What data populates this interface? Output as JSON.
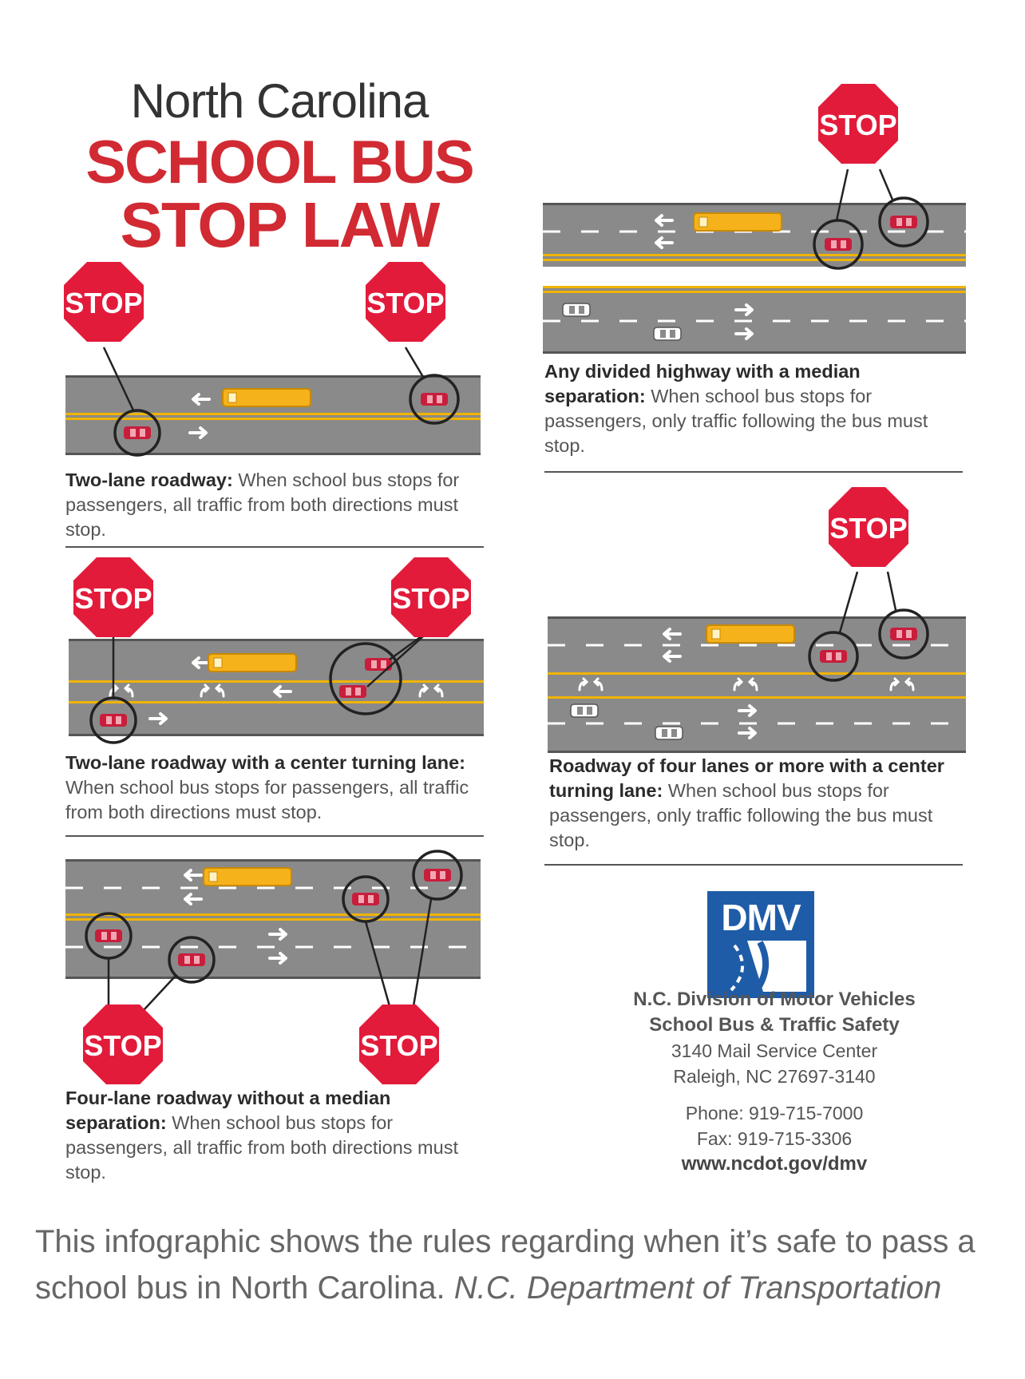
{
  "header": {
    "line1": "North Carolina",
    "line2": "SCHOOL BUS",
    "line3": "STOP LAW"
  },
  "stop_sign_text": "STOP",
  "colors": {
    "title_red": "#d12a33",
    "stop_red": "#e31b3b",
    "road": "#8a8a8a",
    "bus_yellow": "#f5b21b",
    "lane_yellow": "#f0b400",
    "car_red": "#c81e3c",
    "dmv_blue": "#1f5ca8"
  },
  "sections": {
    "two_lane": {
      "heading": "Two-lane roadway:",
      "body": " When school bus stops for passengers, all traffic from both directions must stop."
    },
    "center_turn": {
      "heading": "Two-lane roadway with a center turning lane:",
      "body": " When school bus stops for passengers, all traffic from both directions must stop."
    },
    "four_lane": {
      "heading": "Four-lane roadway without a median separation:",
      "body": " When school bus stops for passengers, all traffic from both directions must stop."
    },
    "divided": {
      "heading": "Any divided highway with a median separation:",
      "body": " When school bus stops for passengers, only traffic following the bus must stop."
    },
    "four_plus": {
      "heading": "Roadway of four lanes or more with a center turning lane:",
      "body": " When school bus stops for passengers, only traffic following the bus must stop."
    }
  },
  "dmv": {
    "logo_text": "DMV",
    "org1": "N.C. Division of Motor Vehicles",
    "org2": "School Bus & Traffic Safety",
    "address1": "3140 Mail Service Center",
    "address2": "Raleigh, NC 27697-3140",
    "phone": "Phone: 919-715-7000",
    "fax": "Fax: 919-715-3306",
    "website": "www.ncdot.gov/dmv"
  },
  "caption": {
    "text": "This infographic shows the rules regarding when it’s safe to pass a school bus in North Carolina.",
    "credit": "N.C. Department of Transportation"
  }
}
